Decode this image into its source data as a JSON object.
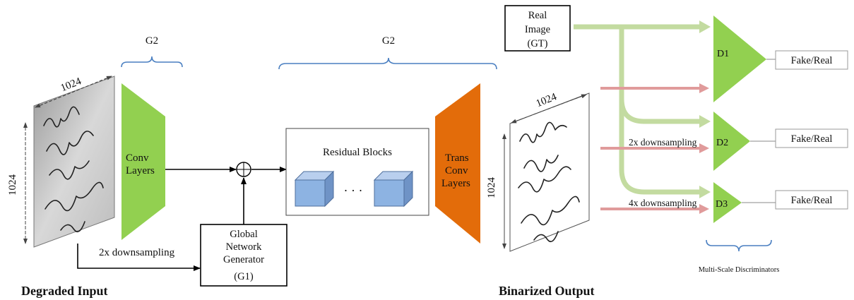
{
  "title": "",
  "labels": {
    "g2_left": "G2",
    "g2_middle": "G2",
    "input_width": "1024",
    "input_height": "1024",
    "output_width": "1024",
    "output_height": "1024",
    "conv_layers_line1": "Conv",
    "conv_layers_line2": "Layers",
    "residual_blocks": "Residual Blocks",
    "ellipsis": "· · ·",
    "trans_conv_line1": "Trans",
    "trans_conv_line2": "Conv",
    "trans_conv_line3": "Layers",
    "downsampling_g1": "2x downsampling",
    "global_net_line1": "Global",
    "global_net_line2": "Network",
    "global_net_line3": "Generator",
    "global_net_line4": "(G1)",
    "degraded_input": "Degraded Input",
    "binarized_output": "Binarized Output",
    "real_image_line1": "Real",
    "real_image_line2": "Image",
    "real_image_line3": "(GT)",
    "d1": "D1",
    "d2": "D2",
    "d3": "D3",
    "fake_real_1": "Fake/Real",
    "fake_real_2": "Fake/Real",
    "fake_real_3": "Fake/Real",
    "downsampling_2x": "2x downsampling",
    "downsampling_4x": "4x downsampling",
    "multi_scale": "Multi-Scale Discriminators"
  },
  "colors": {
    "conv_green": "#92d050",
    "trans_orange": "#e36c0a",
    "block_blue": "#8db3e2",
    "bracket_blue": "#4a7fc1",
    "green_arrow": "#c3dba0",
    "red_arrow": "#e09b9b"
  }
}
